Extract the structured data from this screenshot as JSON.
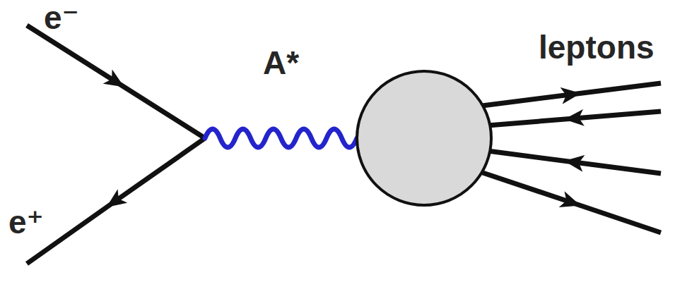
{
  "diagram": {
    "labels": [
      "e⁻",
      "e⁺",
      "A*",
      "leptons"
    ]
  }
}
